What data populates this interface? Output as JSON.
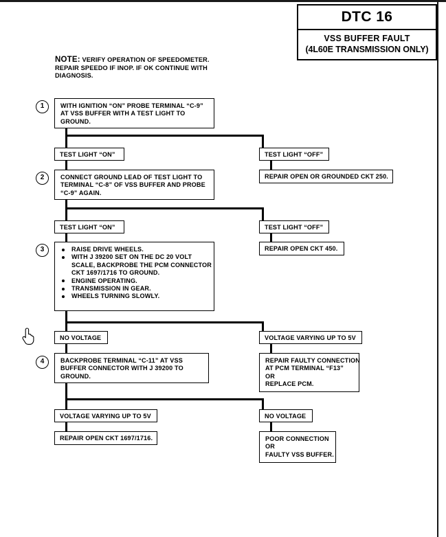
{
  "document": {
    "title": "DTC 16 VSS Buffer Fault Diagnostic Flowchart"
  },
  "header": {
    "dtc_code": "DTC 16",
    "fault_name": "VSS BUFFER FAULT",
    "applicability": "(4L60E TRANSMISSION ONLY)"
  },
  "note": {
    "lead": "NOTE:",
    "line1": "VERIFY OPERATION OF SPEEDOMETER.",
    "line2": "REPAIR SPEEDO IF INOP.  IF OK CONTINUE WITH",
    "line3": "DIAGNOSIS."
  },
  "steps": {
    "step1": {
      "number": "1",
      "line1": "WITH IGNITION “ON” PROBE TERMINAL “C-9”",
      "line2": "AT VSS BUFFER WITH A TEST LIGHT TO",
      "line3": "GROUND."
    },
    "step2": {
      "number": "2",
      "line1": "CONNECT GROUND LEAD OF TEST LIGHT TO",
      "line2": "TERMINAL “C-8” OF VSS BUFFER AND PROBE",
      "line3": "“C-9” AGAIN."
    },
    "step3": {
      "number": "3",
      "bullets": [
        "RAISE DRIVE WHEELS.",
        "WITH J 39200 SET ON THE DC 20 VOLT",
        "ENGINE OPERATING.",
        "TRANSMISSION IN GEAR.",
        "WHEELS TURNING SLOWLY."
      ],
      "bullet2_cont1": "SCALE, BACKPROBE THE PCM CONNECTOR",
      "bullet2_cont2": "CKT 1697/1716 TO GROUND."
    },
    "step4": {
      "number": "4",
      "line1": "BACKPROBE TERMINAL “C-11” AT VSS",
      "line2": "BUFFER CONNECTOR WITH J 39200 TO",
      "line3": "GROUND."
    }
  },
  "branches": {
    "b1_left": "TEST LIGHT “ON”",
    "b1_right": "TEST LIGHT “OFF”",
    "b1_right_result": "REPAIR OPEN OR GROUNDED CKT 250.",
    "b2_left": "TEST LIGHT “ON”",
    "b2_right": "TEST LIGHT “OFF”",
    "b2_right_result": "REPAIR OPEN CKT 450.",
    "b3_left": "NO VOLTAGE",
    "b3_right": "VOLTAGE VARYING UP TO 5V",
    "b3_right_result_line1": "REPAIR FAULTY CONNECTION",
    "b3_right_result_line2": "AT PCM TERMINAL “F13”",
    "b3_right_result_line3": "OR",
    "b3_right_result_line4": "REPLACE PCM.",
    "b4_left": "VOLTAGE VARYING UP TO 5V",
    "b4_left_result": "REPAIR OPEN CKT 1697/1716.",
    "b4_right": "NO VOLTAGE",
    "b4_right_result_line1": "POOR CONNECTION",
    "b4_right_result_line2": "OR",
    "b4_right_result_line3": "FAULTY VSS BUFFER."
  },
  "cursor": {
    "icon": "pointing-hand-cursor"
  },
  "colors": {
    "ink": "#000000",
    "paper": "#ffffff"
  }
}
